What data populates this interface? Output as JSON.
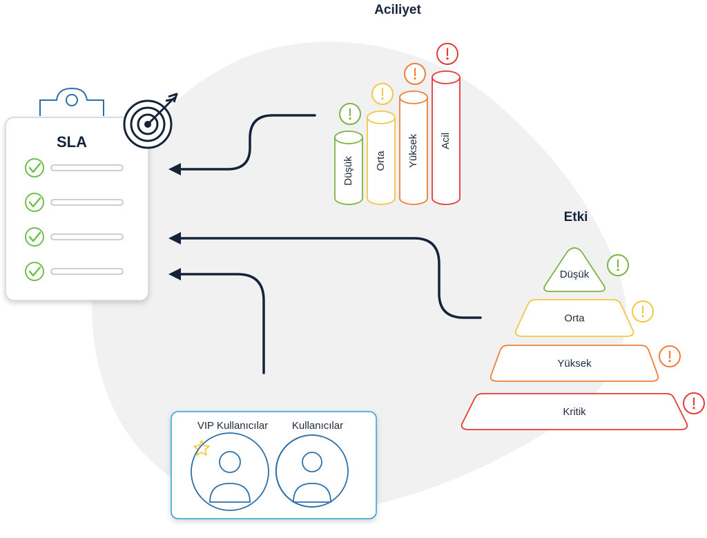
{
  "sla": {
    "title": "SLA"
  },
  "urgency": {
    "title": "Aciliyet",
    "levels": [
      {
        "label": "Düşük",
        "color": "#7cb342"
      },
      {
        "label": "Orta",
        "color": "#f2c744"
      },
      {
        "label": "Yüksek",
        "color": "#f07d3a"
      },
      {
        "label": "Acil",
        "color": "#e53935"
      }
    ]
  },
  "impact": {
    "title": "Etki",
    "levels": [
      {
        "label": "Düşük",
        "color": "#7cb342"
      },
      {
        "label": "Orta",
        "color": "#f2c744"
      },
      {
        "label": "Yüksek",
        "color": "#f07d3a"
      },
      {
        "label": "Kritik",
        "color": "#e53935"
      }
    ]
  },
  "users": {
    "vip_label": "VIP Kullanıcılar",
    "regular_label": "Kullanıcılar"
  },
  "colors": {
    "arrow": "#15233a",
    "accent": "#2c6fa8",
    "check": "#6fbf4a",
    "star": "#f5c518"
  }
}
